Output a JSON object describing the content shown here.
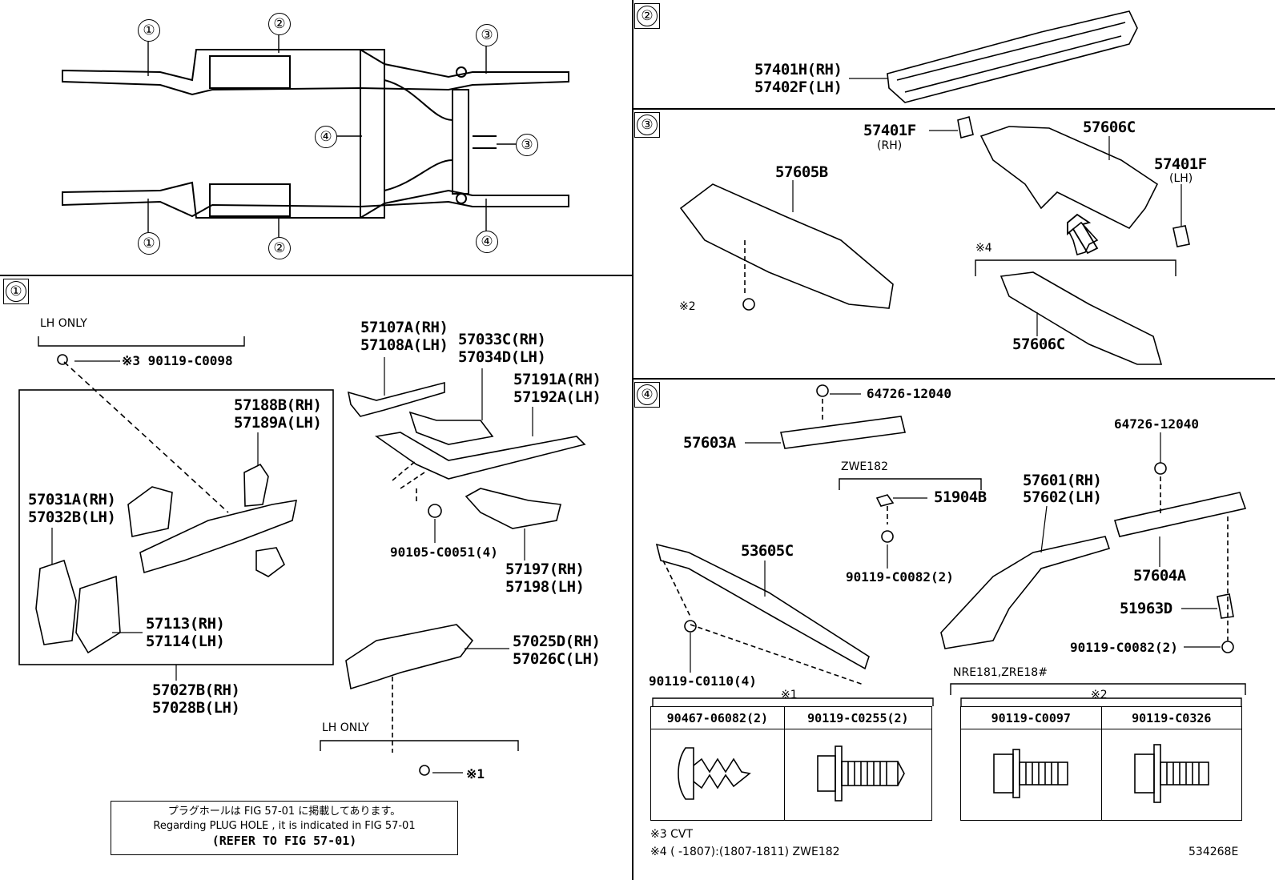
{
  "overview": {
    "callouts": [
      "①",
      "②",
      "③",
      "④",
      "③",
      "①",
      "②",
      "③",
      "④"
    ]
  },
  "sections": {
    "s1": {
      "marker": "①",
      "lh_only_top": "LH ONLY",
      "bolt_top": "※3 90119-C0098",
      "p57188": [
        "57188B(RH)",
        "57189A(LH)"
      ],
      "p57031": [
        "57031A(RH)",
        "57032B(LH)"
      ],
      "p57113": [
        "57113(RH)",
        "57114(LH)"
      ],
      "p57027": [
        "57027B(RH)",
        "57028B(LH)"
      ],
      "p57107": [
        "57107A(RH)",
        "57108A(LH)"
      ],
      "p57033": [
        "57033C(RH)",
        "57034D(LH)"
      ],
      "p57191": [
        "57191A(RH)",
        "57192A(LH)"
      ],
      "p90105": "90105-C0051(4)",
      "p57197": [
        "57197(RH)",
        "57198(LH)"
      ],
      "p57025": [
        "57025D(RH)",
        "57026C(LH)"
      ],
      "lh_only_bottom": "LH ONLY",
      "bolt_bottom": "※1",
      "note": [
        "プラグホールは FIG 57-01 に掲載してあります。",
        "Regarding  PLUG  HOLE , it is indicated in  FIG  57-01",
        "(REFER TO FIG 57-01)"
      ]
    },
    "s2": {
      "marker": "②",
      "parts": [
        "57401H(RH)",
        "57402F(LH)"
      ]
    },
    "s3": {
      "marker": "③",
      "p57401f_rh": "57401F",
      "rh": "(RH)",
      "p57606c_top": "57606C",
      "p57401f_lh": "57401F",
      "lh": "(LH)",
      "p57605b": "57605B",
      "note4": "※4",
      "bolt2": "※2",
      "p57606c_bottom": "57606C"
    },
    "s4": {
      "marker": "④",
      "clip_top": "64726-12040",
      "p57603a": "57603A",
      "zwe": "ZWE182",
      "p51904b": "51904B",
      "p90119_82a": "90119-C0082(2)",
      "p53605c": "53605C",
      "p90119_110": "90119-C0110(4)",
      "clip_right": "64726-12040",
      "p57601": [
        "57601(RH)",
        "57602(LH)"
      ],
      "p57604a": "57604A",
      "p51963d": "51963D",
      "p90119_82b": "90119-C0082(2)",
      "nre": "NRE181,ZRE18#"
    }
  },
  "legend": {
    "t1_mark": "※1",
    "t1_cols": [
      "90467-06082(2)",
      "90119-C0255(2)"
    ],
    "t2_mark": "※2",
    "t2_cols": [
      "90119-C0097",
      "90119-C0326"
    ],
    "foot1": "※3 CVT",
    "foot2": "※4 (       -1807):(1807-1811) ZWE182",
    "ref": "534268E"
  }
}
